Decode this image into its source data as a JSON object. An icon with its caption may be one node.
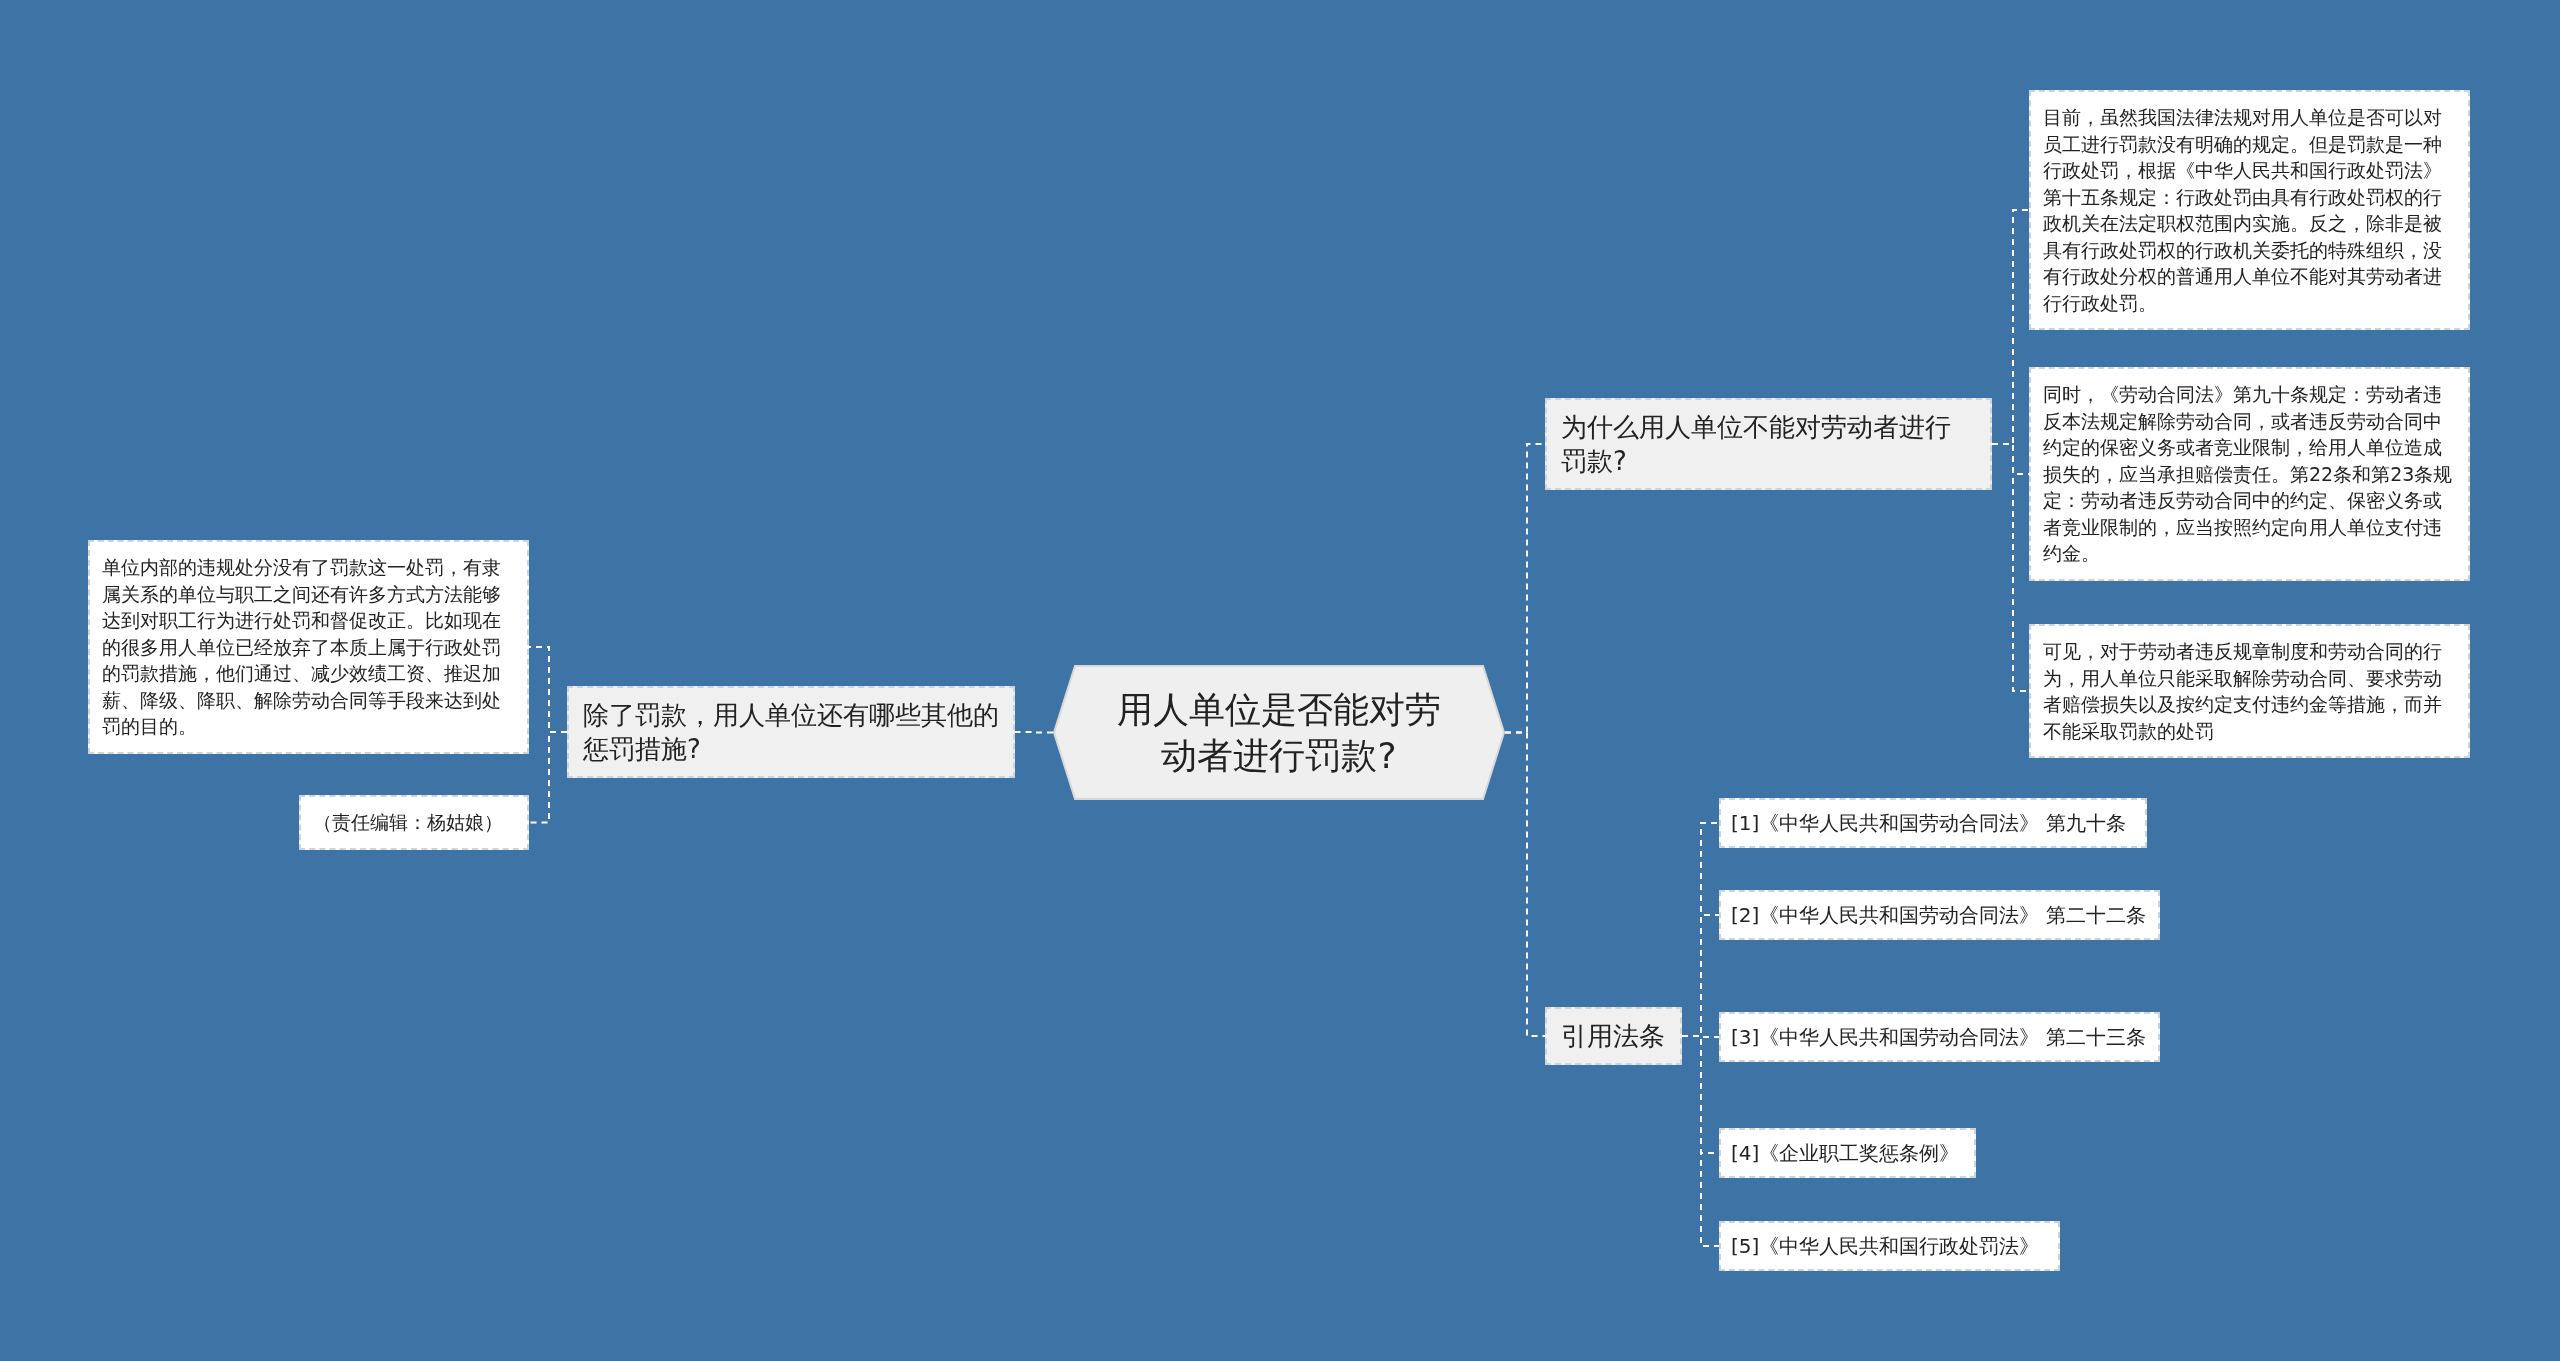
{
  "diagram": {
    "nodes": [
      {
        "text": [
          "用人单位是否能对劳动者进行罚款?"
        ]
      },
      {
        "text": [
          "除了罚款，用人单位还有哪些其他的惩罚措施?"
        ]
      },
      {
        "text": [
          "单位内部的违规处分没有了罚款这一处罚，有隶属关系的单位与职工之间还有许多方式方法能够达到对职工行为进行处罚和督促改正。比如现在的很多用人单位已经放弃了本质上属于行政处罚的罚款措施，他们通过、减少效绩工资、推迟加薪、降级、降职、解除劳动合同等手段来达到处罚的目的。"
        ]
      },
      {
        "text": [
          "（责任编辑：杨姑娘）"
        ]
      },
      {
        "text": [
          "为什么用人单位不能对劳动者进行罚款?"
        ]
      },
      {
        "text": [
          "目前，虽然我国法律法规对用人单位是否可以对员工进行罚款没有明确的规定。但是罚款是一种行政处罚，根据《中华人民共和国行政处罚法》第十五条规定：行政处罚由具有行政处罚权的行政机关在法定职权范围内实施。反之，除非是被具有行政处罚权的行政机关委托的特殊组织，没有行政处分权的普通用人单位不能对其劳动者进行行政处罚。"
        ]
      },
      {
        "text": [
          "同时，《劳动合同法》第九十条规定：劳动者违反本法规定解除劳动合同，或者违反劳动合同中约定的保密义务或者竞业限制，给用人单位造成损失的，应当承担赔偿责任。第22条和第23条规定：劳动者违反劳动合同中的约定、保密义务或者竞业限制的，应当按照约定向用人单位支付违约金。"
        ]
      },
      {
        "text": [
          "可见，对于劳动者违反规章制度和劳动合同的行为，用人单位只能采取解除劳动合同、要求劳动者赔偿损失以及按约定支付违约金等措施，而并不能采取罚款的处罚"
        ]
      },
      {
        "text": [
          "引用法条"
        ]
      },
      {
        "text": [
          "[1]《中华人民共和国劳动合同法》 第九十条"
        ]
      },
      {
        "text": [
          "[2]《中华人民共和国劳动合同法》 第二十二条"
        ]
      },
      {
        "text": [
          "[3]《中华人民共和国劳动合同法》 第二十三条"
        ]
      },
      {
        "text": [
          "[4]《企业职工奖惩条例》"
        ]
      },
      {
        "text": [
          "[5]《中华人民共和国行政处罚法》"
        ]
      }
    ],
    "edges": [
      {
        "from": 0,
        "to": 1,
        "arrow": "none"
      },
      {
        "from": 1,
        "to": 2,
        "arrow": "none"
      },
      {
        "from": 1,
        "to": 3,
        "arrow": "none"
      },
      {
        "from": 0,
        "to": 4,
        "arrow": "none"
      },
      {
        "from": 4,
        "to": 5,
        "arrow": "none"
      },
      {
        "from": 4,
        "to": 6,
        "arrow": "none"
      },
      {
        "from": 4,
        "to": 7,
        "arrow": "none"
      },
      {
        "from": 0,
        "to": 8,
        "arrow": "none"
      },
      {
        "from": 8,
        "to": 9,
        "arrow": "none"
      },
      {
        "from": 8,
        "to": 10,
        "arrow": "none"
      },
      {
        "from": 8,
        "to": 11,
        "arrow": "none"
      },
      {
        "from": 8,
        "to": 12,
        "arrow": "none"
      },
      {
        "from": 8,
        "to": 13,
        "arrow": "none"
      }
    ]
  }
}
